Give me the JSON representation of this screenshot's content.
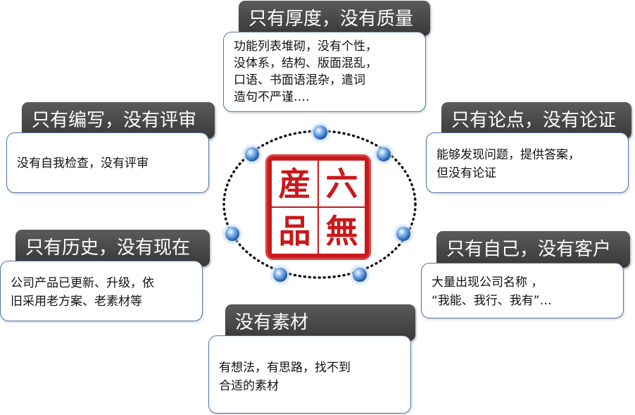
{
  "center_seal": {
    "chars": [
      "産",
      "六",
      "品",
      "無"
    ],
    "color": "#c8191b"
  },
  "nodes": [
    {
      "id": "top",
      "title": "只有厚度，没有质量",
      "body": "功能列表堆砌，没有个性，\n没体系，结构、版面混乱，\n口语、书面语混杂，遣词\n造句不严谨…."
    },
    {
      "id": "left-top",
      "title": "只有编写，没有评审",
      "body": "没有自我检查，没有评审"
    },
    {
      "id": "right-top",
      "title": "只有论点，没有论证",
      "body": "能够发现问题，提供答案，\n但没有论证"
    },
    {
      "id": "left-bottom",
      "title": "只有历史，没有现在",
      "body": "公司产品已更新、升级，依\n旧采用老方案、老素材等"
    },
    {
      "id": "right-bottom",
      "title": "只有自己，没有客户",
      "body": "大量出现公司名称 ，\n“我能、我行、我有”…"
    },
    {
      "id": "bottom",
      "title": "没有素材",
      "body": "有想法，有思路，找不到\n合适的素材"
    }
  ],
  "colors": {
    "tab_background": "#444444",
    "card_border": "#4f74a8",
    "orb": "#3a7fd6"
  }
}
